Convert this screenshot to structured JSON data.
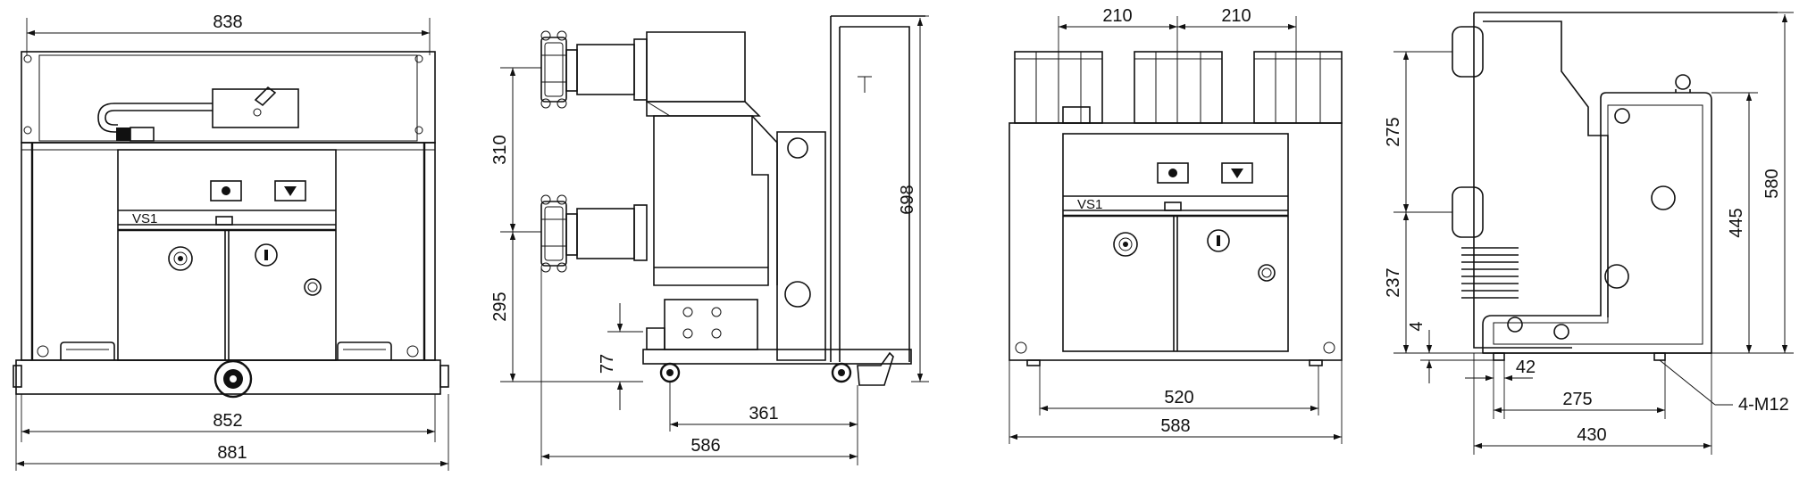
{
  "views": {
    "front": {
      "width_top": "838",
      "width_frame": "852",
      "width_overall": "881",
      "label": "VS1"
    },
    "side": {
      "pole_pitch": "310",
      "lower_terminal": "295",
      "base_height": "77",
      "overall_height": "698",
      "wheel_span": "361",
      "overall_depth": "586"
    },
    "front_body": {
      "pitch_left": "210",
      "pitch_right": "210",
      "label": "VS1",
      "inner_width": "520",
      "overall_width": "588"
    },
    "rear_side": {
      "upper": "275",
      "lower": "237",
      "small": "4",
      "mount_height": "445",
      "overall_height": "580",
      "offset": "42",
      "hole_span": "275",
      "depth": "430",
      "bolts": "4-M12"
    }
  }
}
